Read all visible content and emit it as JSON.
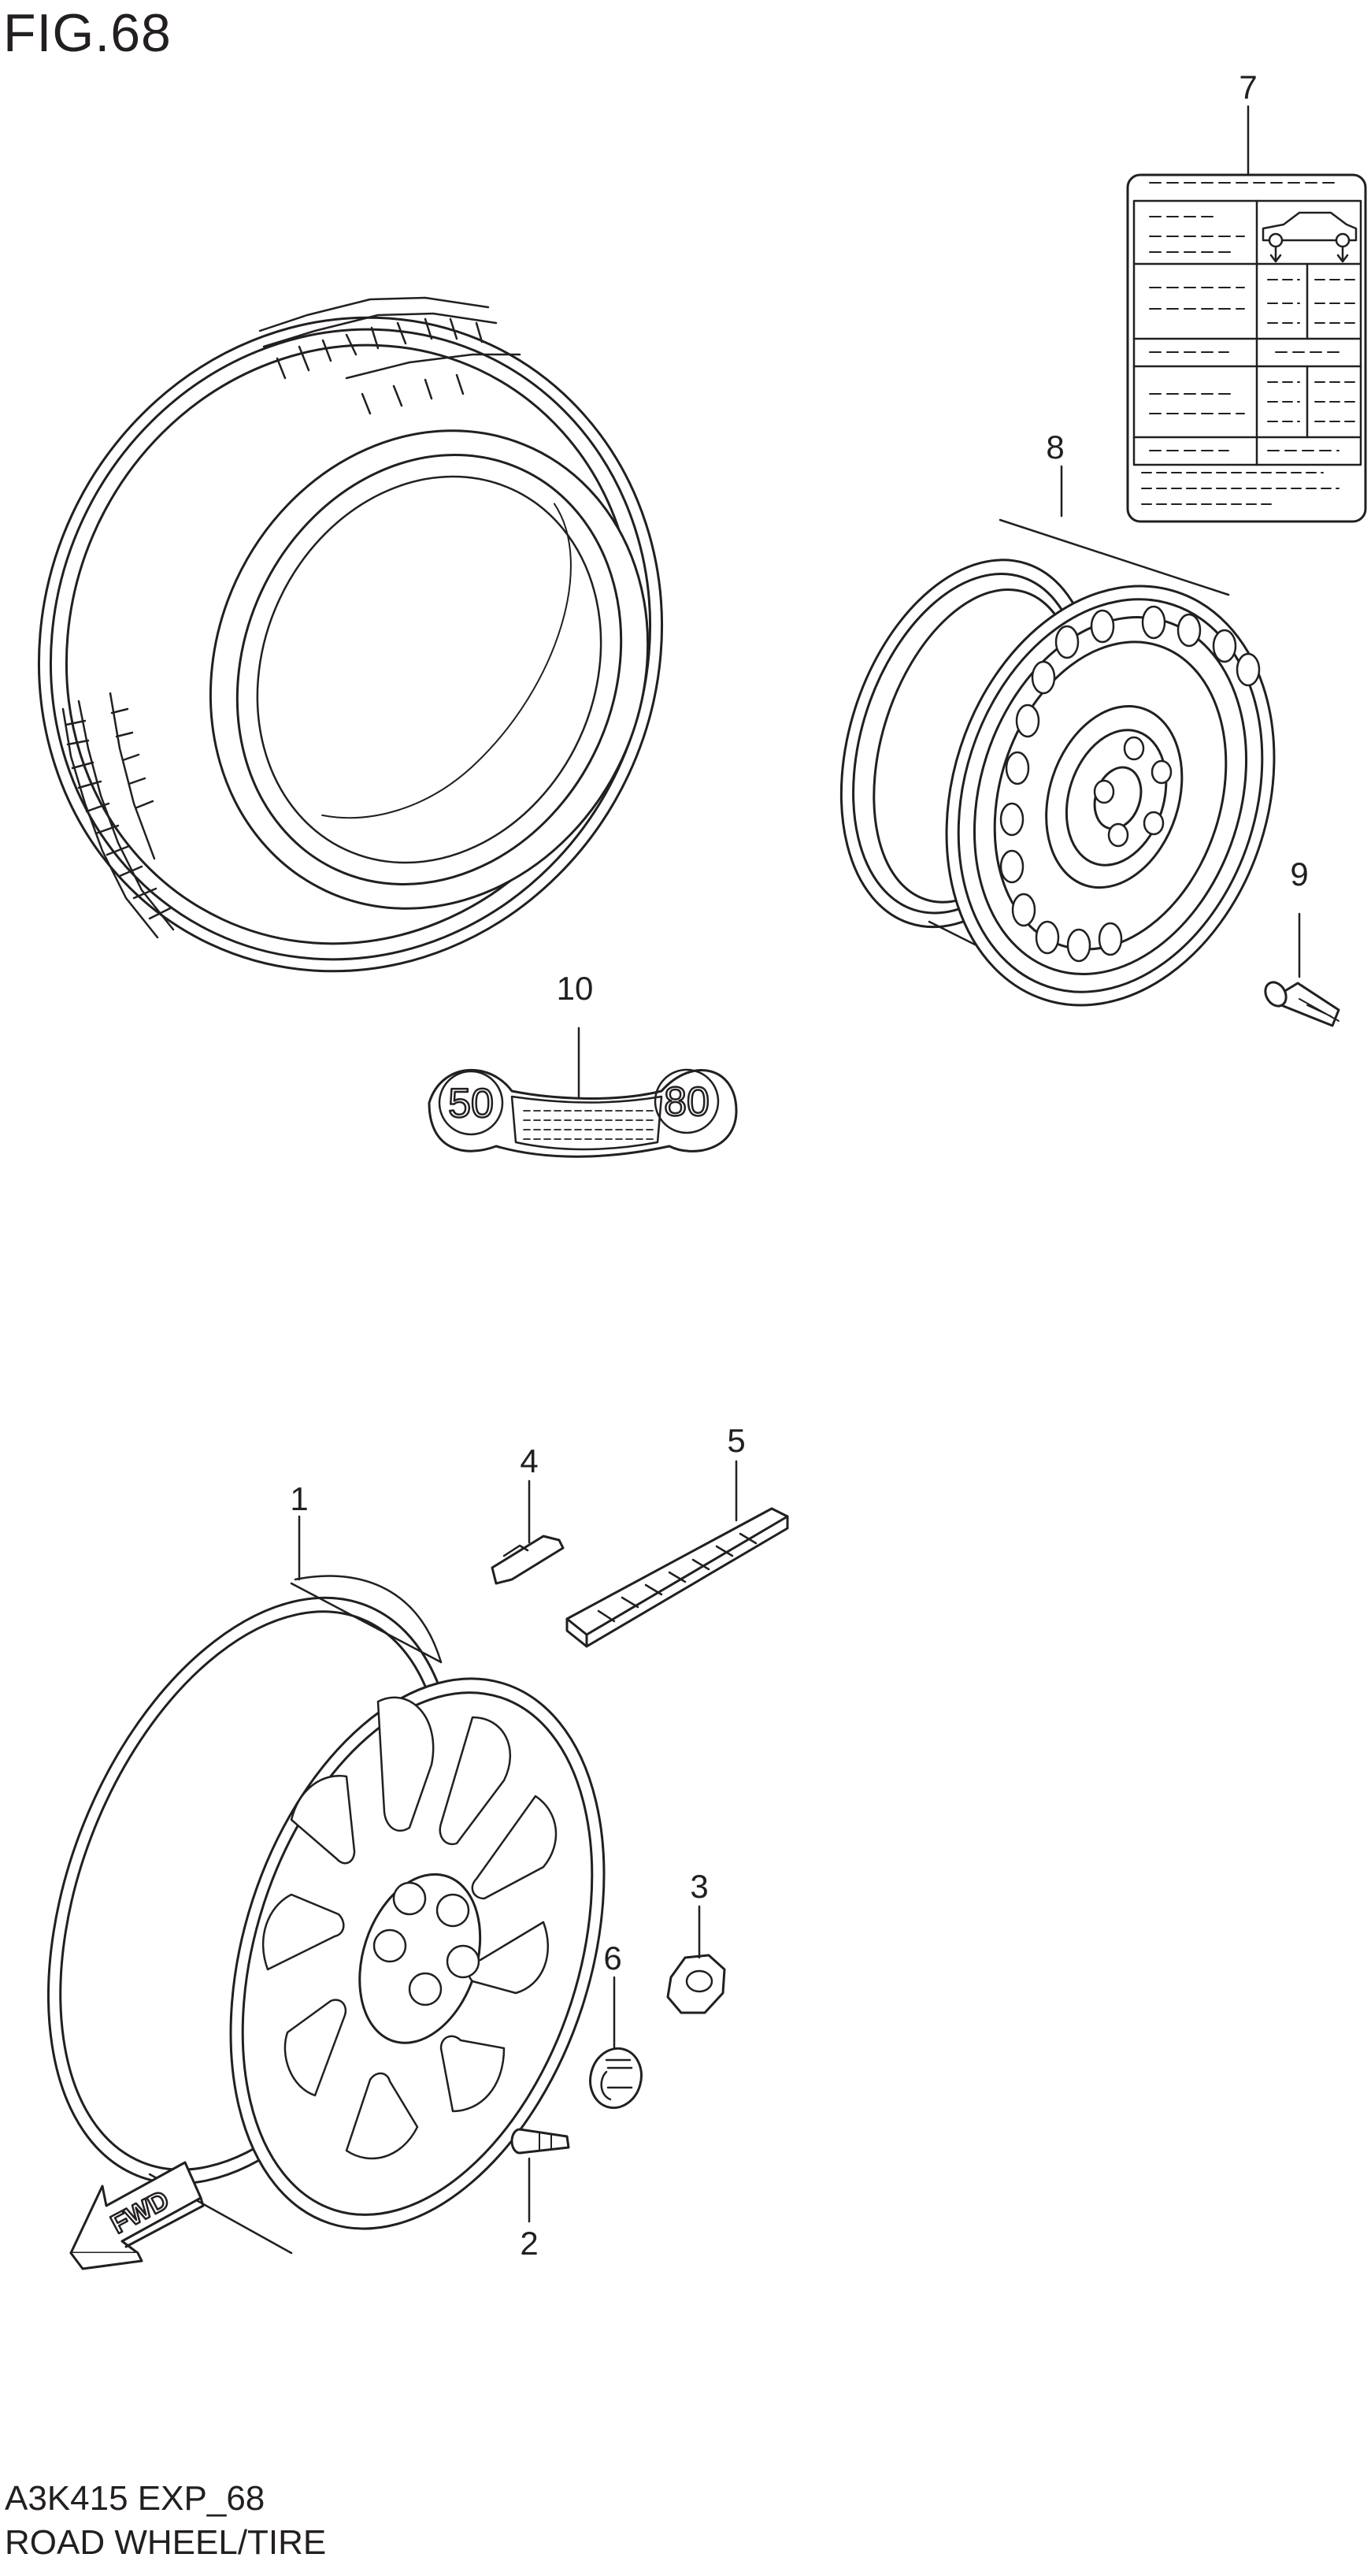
{
  "figure": {
    "title": "FIG.68"
  },
  "footer": {
    "code": "A3K415 EXP_68",
    "name": "ROAD WHEEL/TIRE"
  },
  "callouts": [
    {
      "id": "1",
      "label": "1"
    },
    {
      "id": "2",
      "label": "2"
    },
    {
      "id": "3",
      "label": "3"
    },
    {
      "id": "4",
      "label": "4"
    },
    {
      "id": "5",
      "label": "5"
    },
    {
      "id": "6",
      "label": "6"
    },
    {
      "id": "7",
      "label": "7"
    },
    {
      "id": "8",
      "label": "8"
    },
    {
      "id": "9",
      "label": "9"
    },
    {
      "id": "10",
      "label": "10"
    }
  ],
  "part_labels": {
    "sticker_left": "50",
    "sticker_right": "80",
    "fwd_arrow": "FWD"
  },
  "colors": {
    "line": "#231f20",
    "background": "#ffffff",
    "fill": "#ffffff"
  }
}
